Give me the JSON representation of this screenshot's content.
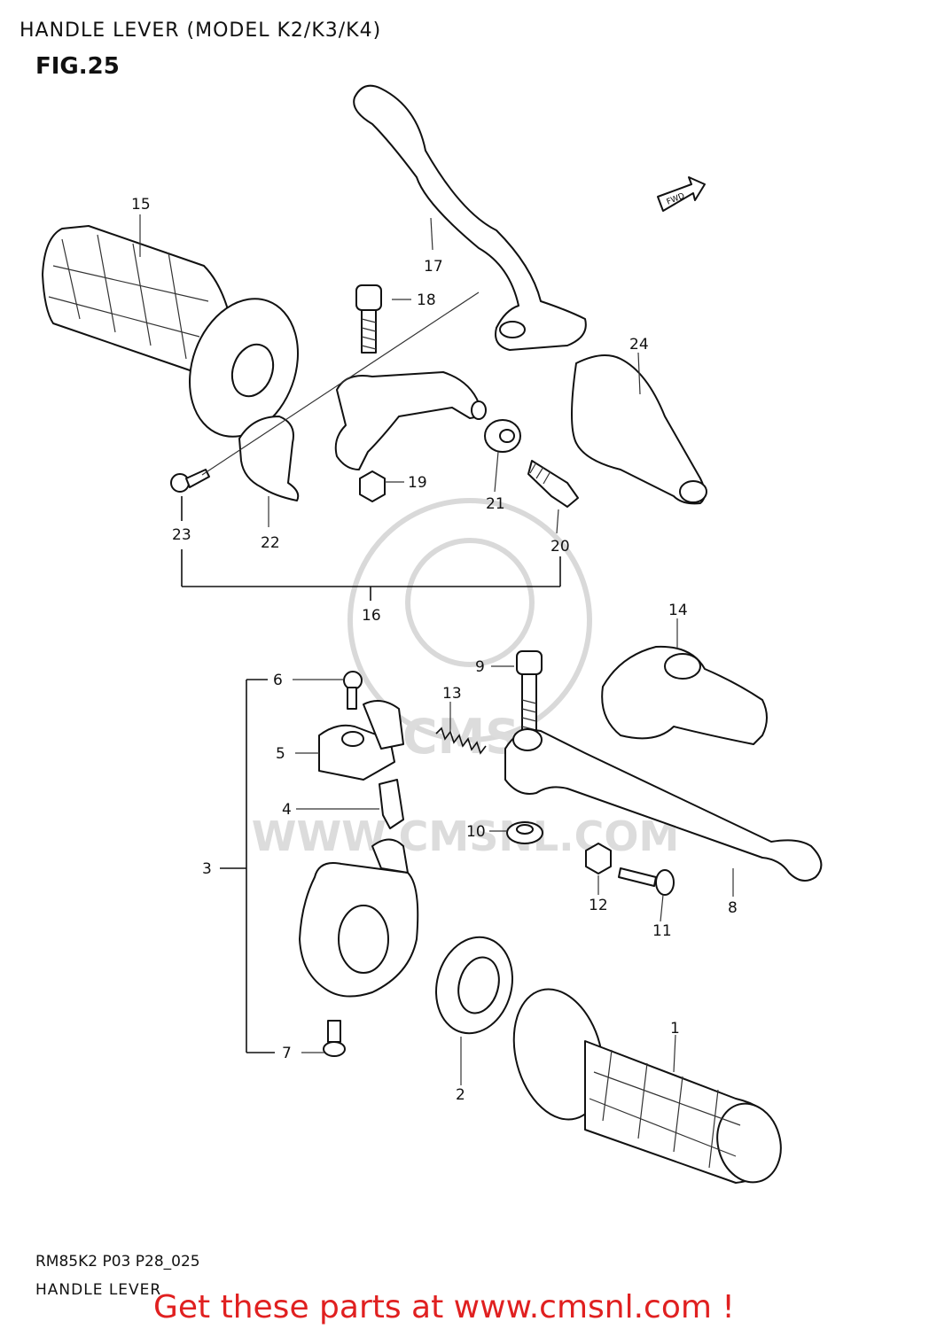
{
  "header": {
    "title": "HANDLE LEVER (MODEL K2/K3/K4)",
    "figure": "FIG.25"
  },
  "footer": {
    "code": "RM85K2 P03 P28_025",
    "name": "HANDLE LEVER",
    "promo": "Get these parts at www.cmsnl.com !"
  },
  "watermark": {
    "text": "WWW.CMSNL.COM",
    "logo": "CMS"
  },
  "badge": {
    "fwd": "FWD"
  },
  "parts": {
    "p1": "1",
    "p2": "2",
    "p3": "3",
    "p4": "4",
    "p5": "5",
    "p6": "6",
    "p7": "7",
    "p8": "8",
    "p9": "9",
    "p10": "10",
    "p11": "11",
    "p12": "12",
    "p13": "13",
    "p14": "14",
    "p15": "15",
    "p16": "16",
    "p17": "17",
    "p18": "18",
    "p19": "19",
    "p20": "20",
    "p21": "21",
    "p22": "22",
    "p23": "23",
    "p24": "24"
  }
}
